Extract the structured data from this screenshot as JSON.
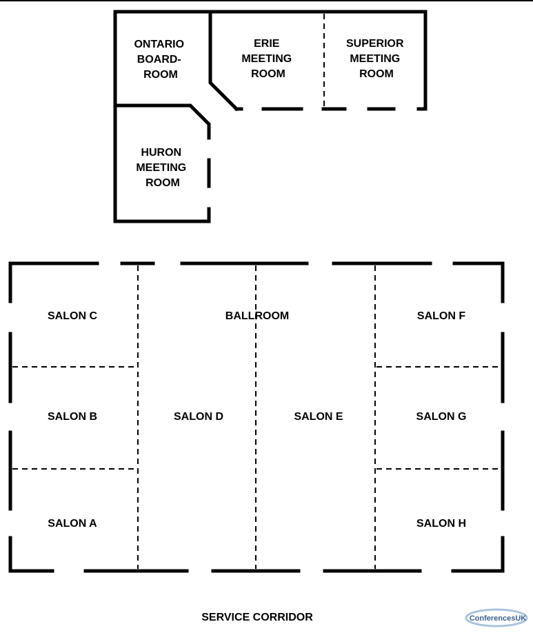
{
  "rooms": {
    "ontario": [
      "ONTARIO",
      "BOARD-",
      "ROOM"
    ],
    "erie": [
      "ERIE",
      "MEETING",
      "ROOM"
    ],
    "superior": [
      "SUPERIOR",
      "MEETING",
      "ROOM"
    ],
    "huron": [
      "HURON",
      "MEETING",
      "ROOM"
    ],
    "ballroom": "BALLROOM",
    "salon_a": "SALON A",
    "salon_b": "SALON B",
    "salon_c": "SALON C",
    "salon_d": "SALON D",
    "salon_e": "SALON E",
    "salon_f": "SALON F",
    "salon_g": "SALON G",
    "salon_h": "SALON H"
  },
  "corridor_label": "SERVICE CORRIDOR",
  "logo": {
    "text": "ConferencesUK",
    "color": "#3a5f8f"
  },
  "colors": {
    "wall": "#000000",
    "background": "#ffffff"
  }
}
